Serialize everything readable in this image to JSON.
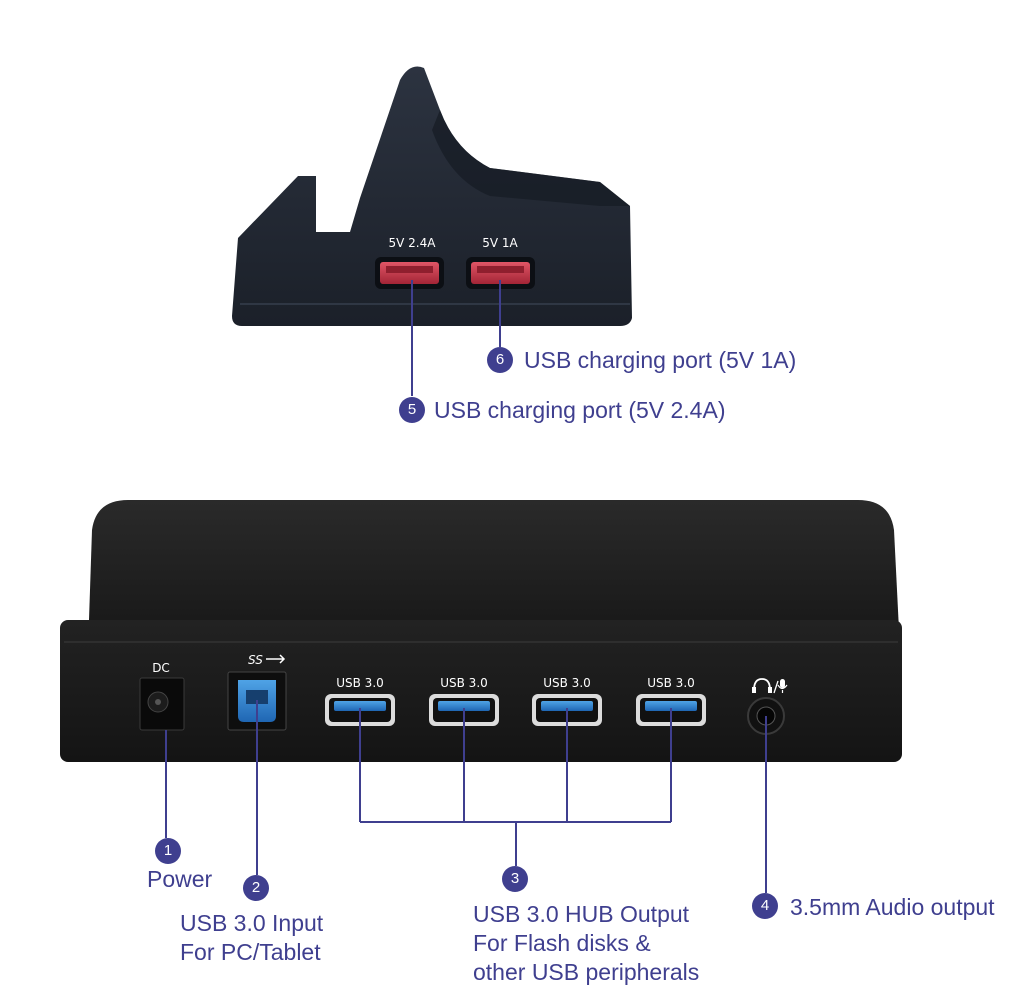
{
  "colors": {
    "annotation": "#3f3f8f",
    "device_body": "#202632",
    "usb3_port_blue": "#2f7fc8",
    "charging_port_red": "#c43a4a"
  },
  "top_device": {
    "port_labels": [
      "5V 2.4A",
      "5V 1A"
    ],
    "callouts": [
      {
        "number": "6",
        "text": "USB charging port (5V 1A)"
      },
      {
        "number": "5",
        "text": "USB charging port (5V 2.4A)"
      }
    ]
  },
  "bottom_device": {
    "dc_label": "DC",
    "usb_logo": "SS",
    "usb3_labels": [
      "USB 3.0",
      "USB 3.0",
      "USB 3.0",
      "USB 3.0"
    ],
    "callouts": [
      {
        "number": "1",
        "lines": [
          "Power"
        ]
      },
      {
        "number": "2",
        "lines": [
          "USB 3.0 Input",
          "For PC/Tablet"
        ]
      },
      {
        "number": "3",
        "lines": [
          "USB 3.0 HUB Output",
          "For Flash disks &",
          "other USB peripherals"
        ]
      },
      {
        "number": "4",
        "lines": [
          "3.5mm Audio output"
        ]
      }
    ]
  },
  "icons": [
    "headphone-icon",
    "microphone-icon",
    "superspeed-usb-icon"
  ]
}
